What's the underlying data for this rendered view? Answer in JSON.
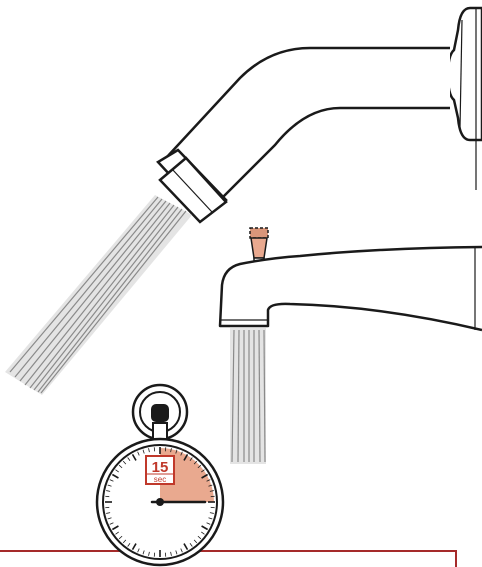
{
  "timer": {
    "value": "15",
    "unit": "sec",
    "elapsed_fraction": 0.25
  },
  "colors": {
    "outline": "#1a1a1a",
    "timer_accent": "#c0392b",
    "timer_fill": "#e9a98f",
    "valve_fill": "#d9967a",
    "water_spray": "#9a9a9a",
    "water_tint": "#d6d6d6",
    "red_rule": "#a52a2a"
  },
  "icons": {
    "shower_arm": "shower-arm-icon",
    "tub_spout": "tub-spout-icon",
    "stopwatch": "stopwatch-icon"
  }
}
